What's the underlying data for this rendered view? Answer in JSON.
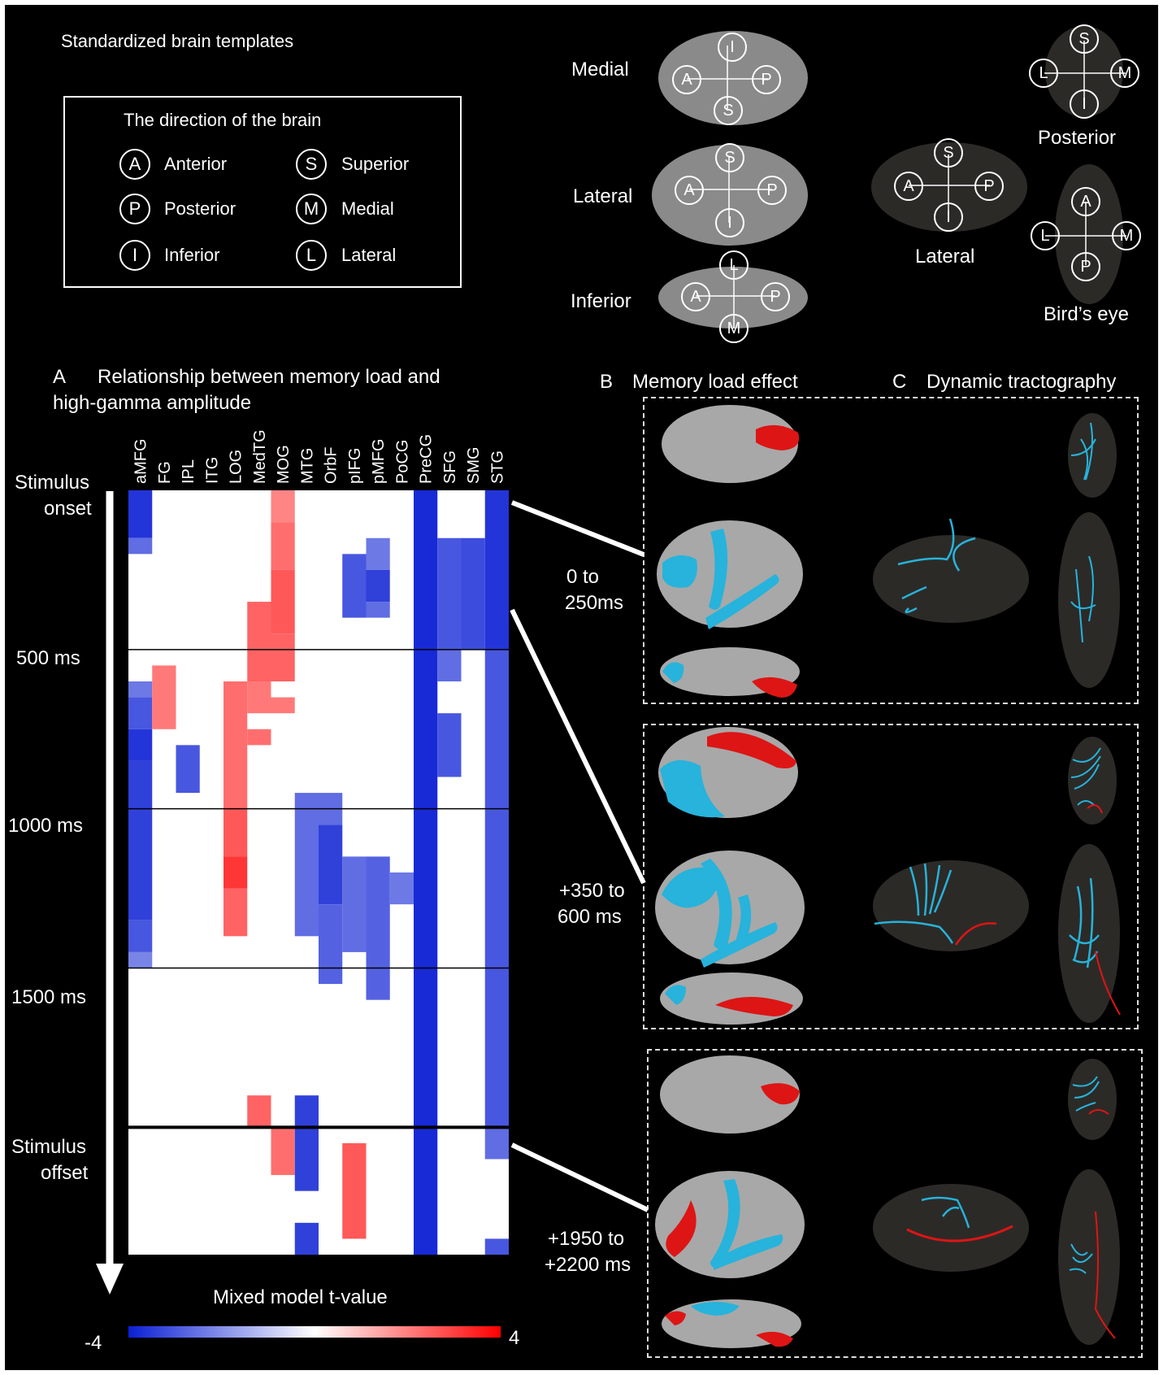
{
  "templates": {
    "title": "Standardized brain templates",
    "legend_title": "The direction of the brain",
    "legend": [
      {
        "letter": "A",
        "label": "Anterior"
      },
      {
        "letter": "S",
        "label": "Superior"
      },
      {
        "letter": "P",
        "label": "Posterior"
      },
      {
        "letter": "M",
        "label": "Medial"
      },
      {
        "letter": "I",
        "label": "Inferior"
      },
      {
        "letter": "L",
        "label": "Lateral"
      }
    ],
    "views": {
      "medial": "Medial",
      "lateral": "Lateral",
      "inferior": "Inferior",
      "lateral2": "Lateral",
      "posterior": "Posterior",
      "birds_eye": "Bird’s eye"
    }
  },
  "panel_a": {
    "letter": "A",
    "title_line1": "Relationship between memory load and",
    "title_line2": "high-gamma amplitude",
    "columns": [
      "aMFG",
      "FG",
      "IPL",
      "ITG",
      "LOG",
      "MedTG",
      "MOG",
      "MTG",
      "OrbF",
      "pIFG",
      "pMFG",
      "PoCG",
      "PreCG",
      "SFG",
      "SMG",
      "STG"
    ],
    "time_labels": {
      "onset_1": "Stimulus",
      "onset_2": "onset",
      "t500": "500 ms",
      "t1000": "1000 ms",
      "t1500": "1500 ms",
      "offset_1": "Stimulus",
      "offset_2": "offset"
    },
    "colorbar": {
      "title": "Mixed model t-value",
      "min": "-4",
      "max": "4"
    }
  },
  "panel_b": {
    "letter": "B",
    "title": "Memory load effect"
  },
  "panel_c": {
    "letter": "C",
    "title": "Dynamic tractography"
  },
  "windows": [
    {
      "line1": "0 to",
      "line2": "250ms"
    },
    {
      "line1": "+350 to",
      "line2": "600 ms"
    },
    {
      "line1": "+1950 to",
      "line2": "+2200 ms"
    }
  ],
  "colors": {
    "negative": "#0b1fd4",
    "positive": "#ff2020",
    "cyan": "#27b3db",
    "cortex": "#a8a8a8"
  },
  "chart_data": {
    "type": "heatmap",
    "x": [
      "aMFG",
      "FG",
      "IPL",
      "ITG",
      "LOG",
      "MedTG",
      "MOG",
      "MTG",
      "OrbF",
      "pIFG",
      "pMFG",
      "PoCG",
      "PreCG",
      "SFG",
      "SMG",
      "STG"
    ],
    "time_ms_range": [
      0,
      2400
    ],
    "value_range": [
      -4,
      4
    ],
    "colorbar_title": "Mixed model t-value",
    "row_step_ms": 50,
    "cells": [
      {
        "col": "aMFG",
        "from": 0,
        "to": 150,
        "t": -3.6
      },
      {
        "col": "aMFG",
        "from": 150,
        "to": 200,
        "t": -2.6
      },
      {
        "col": "aMFG",
        "from": 600,
        "to": 650,
        "t": -2.4
      },
      {
        "col": "aMFG",
        "from": 650,
        "to": 750,
        "t": -3.0
      },
      {
        "col": "aMFG",
        "from": 750,
        "to": 850,
        "t": -3.6
      },
      {
        "col": "aMFG",
        "from": 850,
        "to": 1350,
        "t": -3.4
      },
      {
        "col": "aMFG",
        "from": 1350,
        "to": 1450,
        "t": -3.0
      },
      {
        "col": "aMFG",
        "from": 1450,
        "to": 1500,
        "t": -2.2
      },
      {
        "col": "FG",
        "from": 550,
        "to": 750,
        "t": 2.4
      },
      {
        "col": "IPL",
        "from": 800,
        "to": 950,
        "t": -3.0
      },
      {
        "col": "LOG",
        "from": 600,
        "to": 1000,
        "t": 2.6
      },
      {
        "col": "LOG",
        "from": 1000,
        "to": 1150,
        "t": 3.0
      },
      {
        "col": "LOG",
        "from": 1150,
        "to": 1250,
        "t": 3.6
      },
      {
        "col": "LOG",
        "from": 1250,
        "to": 1400,
        "t": 2.8
      },
      {
        "col": "MedTG",
        "from": 350,
        "to": 600,
        "t": 2.8
      },
      {
        "col": "MedTG",
        "from": 600,
        "to": 700,
        "t": 2.4
      },
      {
        "col": "MedTG",
        "from": 750,
        "to": 800,
        "t": 2.6
      },
      {
        "col": "MedTG",
        "from": 1900,
        "to": 2000,
        "t": 2.8
      },
      {
        "col": "MOG",
        "from": 0,
        "to": 100,
        "t": 2.2
      },
      {
        "col": "MOG",
        "from": 100,
        "to": 250,
        "t": 2.6
      },
      {
        "col": "MOG",
        "from": 250,
        "to": 450,
        "t": 3.0
      },
      {
        "col": "MOG",
        "from": 450,
        "to": 600,
        "t": 2.8
      },
      {
        "col": "MOG",
        "from": 650,
        "to": 700,
        "t": 2.4
      },
      {
        "col": "MOG",
        "from": 2000,
        "to": 2150,
        "t": 2.6
      },
      {
        "col": "MTG",
        "from": 950,
        "to": 1400,
        "t": -2.6
      },
      {
        "col": "MTG",
        "from": 1900,
        "to": 2200,
        "t": -3.4
      },
      {
        "col": "MTG",
        "from": 2300,
        "to": 2400,
        "t": -3.4
      },
      {
        "col": "OrbF",
        "from": 950,
        "to": 1050,
        "t": -2.6
      },
      {
        "col": "OrbF",
        "from": 1050,
        "to": 1300,
        "t": -3.4
      },
      {
        "col": "OrbF",
        "from": 1300,
        "to": 1550,
        "t": -2.8
      },
      {
        "col": "pIFG",
        "from": 200,
        "to": 400,
        "t": -3.0
      },
      {
        "col": "pIFG",
        "from": 1150,
        "to": 1450,
        "t": -2.6
      },
      {
        "col": "pIFG",
        "from": 2050,
        "to": 2350,
        "t": 3.0
      },
      {
        "col": "pMFG",
        "from": 150,
        "to": 250,
        "t": -2.4
      },
      {
        "col": "pMFG",
        "from": 250,
        "to": 350,
        "t": -3.4
      },
      {
        "col": "pMFG",
        "from": 350,
        "to": 400,
        "t": -2.6
      },
      {
        "col": "pMFG",
        "from": 1150,
        "to": 1600,
        "t": -2.8
      },
      {
        "col": "PoCG",
        "from": 1200,
        "to": 1300,
        "t": -2.4
      },
      {
        "col": "PreCG",
        "from": 0,
        "to": 2400,
        "t": -3.8
      },
      {
        "col": "SFG",
        "from": 150,
        "to": 500,
        "t": -3.0
      },
      {
        "col": "SFG",
        "from": 500,
        "to": 600,
        "t": -2.6
      },
      {
        "col": "SFG",
        "from": 700,
        "to": 900,
        "t": -3.0
      },
      {
        "col": "SMG",
        "from": 150,
        "to": 500,
        "t": -3.2
      },
      {
        "col": "STG",
        "from": 0,
        "to": 500,
        "t": -3.6
      },
      {
        "col": "STG",
        "from": 500,
        "to": 2000,
        "t": -3.0
      },
      {
        "col": "STG",
        "from": 2000,
        "to": 2100,
        "t": -2.6
      },
      {
        "col": "STG",
        "from": 2350,
        "to": 2400,
        "t": -3.0
      }
    ]
  }
}
